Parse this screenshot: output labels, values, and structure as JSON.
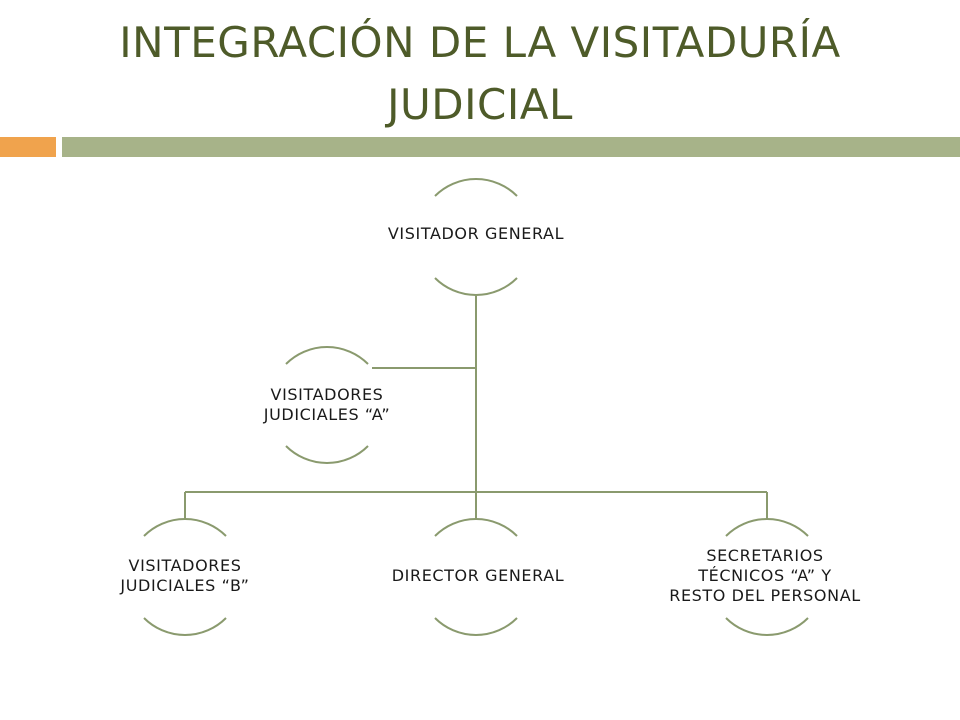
{
  "slide": {
    "title": "INTEGRACIÓN DE LA VISITADURÍA JUDICIAL"
  },
  "org_chart": {
    "nodes": [
      {
        "id": "vg",
        "label": "VISITADOR GENERAL"
      },
      {
        "id": "vja",
        "label": "VISITADORES\nJUDICIALES “A”"
      },
      {
        "id": "vjb",
        "label": "VISITADORES\nJUDICIALES “B”"
      },
      {
        "id": "dg",
        "label": "DIRECTOR GENERAL"
      },
      {
        "id": "st",
        "label": "SECRETARIOS\nTÉCNICOS “A” Y\nRESTO DEL PERSONAL"
      }
    ],
    "relations": [
      {
        "from": "vg",
        "to": "vja",
        "type": "assistant"
      },
      {
        "from": "vg",
        "to": "vjb",
        "type": "child"
      },
      {
        "from": "vg",
        "to": "dg",
        "type": "child"
      },
      {
        "from": "vg",
        "to": "st",
        "type": "child"
      }
    ]
  },
  "colors": {
    "title": "#4e5b29",
    "accent_orange": "#f0a34d",
    "accent_green": "#a7b389",
    "connector": "#8a9a6e",
    "node_arc": "#8a9a6e"
  }
}
